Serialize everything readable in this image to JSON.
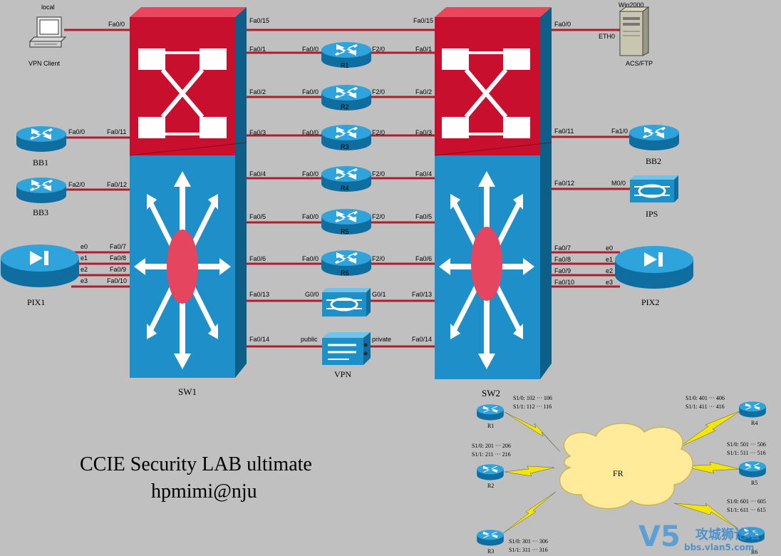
{
  "title": {
    "line1": "CCIE Security LAB ultimate",
    "line2": "hpmimi@nju"
  },
  "switches": [
    {
      "name": "SW1"
    },
    {
      "name": "SW2"
    }
  ],
  "hosts": {
    "vpn_client": {
      "top": "local",
      "name": "VPN Client",
      "if": "Fa0/0"
    },
    "acs": {
      "top": "Win2000",
      "name": "ACS/FTP",
      "if_sw": "Fa0/0",
      "if_dev": "ETH0"
    }
  },
  "trunk": {
    "left_if": "Fa0/15",
    "right_if": "Fa0/15"
  },
  "routers": [
    {
      "name": "R1",
      "sw1_if": "Fa0/1",
      "left_if": "Fa0/0",
      "right_if": "F2/0",
      "sw2_if": "Fa0/1"
    },
    {
      "name": "R2",
      "sw1_if": "Fa0/2",
      "left_if": "Fa0/0",
      "right_if": "F2/0",
      "sw2_if": "Fa0/2"
    },
    {
      "name": "R3",
      "sw1_if": "Fa0/3",
      "left_if": "Fa0/0",
      "right_if": "F2/0",
      "sw2_if": "Fa0/3"
    },
    {
      "name": "R4",
      "sw1_if": "Fa0/4",
      "left_if": "Fa0/0",
      "right_if": "F2/0",
      "sw2_if": "Fa0/4"
    },
    {
      "name": "R5",
      "sw1_if": "Fa0/5",
      "left_if": "Fa0/0",
      "right_if": "F2/0",
      "sw2_if": "Fa0/5"
    },
    {
      "name": "R6",
      "sw1_if": "Fa0/6",
      "left_if": "Fa0/0",
      "right_if": "F2/0",
      "sw2_if": "Fa0/6"
    }
  ],
  "asa": {
    "sw1_if": "Fa0/13",
    "left_if": "G0/0",
    "right_if": "G0/1",
    "sw2_if": "Fa0/13"
  },
  "vpn": {
    "name": "VPN",
    "sw1_if": "Fa0/14",
    "left_if": "public",
    "right_if": "private",
    "sw2_if": "Fa0/14"
  },
  "bb1": {
    "name": "BB1",
    "dev_if": "Fa0/0",
    "sw_if": "Fa0/11"
  },
  "bb3": {
    "name": "BB3",
    "dev_if": "Fa2/0",
    "sw_if": "Fa0/12"
  },
  "bb2": {
    "name": "BB2",
    "sw_if": "Fa0/11",
    "dev_if": "Fa1/0"
  },
  "ips": {
    "name": "IPS",
    "sw_if": "Fa0/12",
    "dev_if": "M0/0"
  },
  "pix1": {
    "name": "PIX1",
    "links": [
      {
        "dev_if": "e0",
        "sw_if": "Fa0/7"
      },
      {
        "dev_if": "e1",
        "sw_if": "Fa0/8"
      },
      {
        "dev_if": "e2",
        "sw_if": "Fa0/9"
      },
      {
        "dev_if": "e3",
        "sw_if": "Fa0/10"
      }
    ]
  },
  "pix2": {
    "name": "PIX2",
    "links": [
      {
        "sw_if": "Fa0/7",
        "dev_if": "e0"
      },
      {
        "sw_if": "Fa0/8",
        "dev_if": "e1"
      },
      {
        "sw_if": "Fa0/9",
        "dev_if": "e2"
      },
      {
        "sw_if": "Fa0/10",
        "dev_if": "e3"
      }
    ]
  },
  "frame_relay": {
    "cloud": "FR",
    "sites": [
      {
        "name": "R1",
        "s10": "S1/0: 102 ··· 106",
        "s11": "S1/1: 112 ··· 116"
      },
      {
        "name": "R2",
        "s10": "S1/0: 201 ··· 206",
        "s11": "S1/1: 211 ··· 216"
      },
      {
        "name": "R3",
        "s10": "S1/0: 301 ··· 306",
        "s11": "S1/1: 311 ··· 316"
      },
      {
        "name": "R4",
        "s10": "S1/0: 401 ··· 406",
        "s11": "S1/1: 411 ··· 416"
      },
      {
        "name": "R5",
        "s10": "S1/0: 501 ··· 506",
        "s11": "S1/1: 511 ··· 516"
      },
      {
        "name": "R6",
        "s10": "S1/0: 601 ··· 605",
        "s11": "S1/1: 611 ··· 615"
      }
    ]
  },
  "watermark": {
    "mark": "V5",
    "cn": "攻城狮论坛",
    "url": "bbs.vlan5.com"
  },
  "colors": {
    "background": "#c0c0c0",
    "switch_top": "#c8102e",
    "switch_bottom": "#1e8fc8",
    "link": "#b01e2e",
    "router": "#1e90c8",
    "cloud": "#ffeb99",
    "bolt": "#f5e600"
  }
}
